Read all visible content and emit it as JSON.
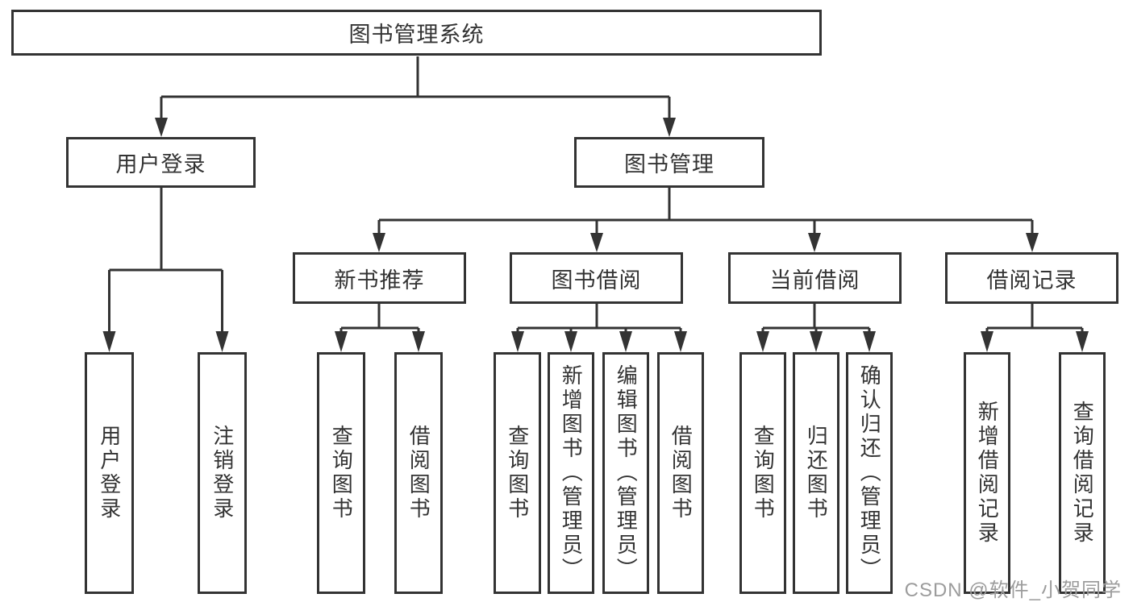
{
  "diagram": {
    "root": {
      "label": "图书管理系统"
    },
    "user_login": {
      "label": "用户登录",
      "children": [
        "用户登录",
        "注销登录"
      ]
    },
    "book_mgmt": {
      "label": "图书管理",
      "sections": [
        {
          "label": "新书推荐",
          "children": [
            "查询图书",
            "借阅图书"
          ]
        },
        {
          "label": "图书借阅",
          "children": [
            "查询图书",
            "新增图书（管理员）",
            "编辑图书（管理员）",
            "借阅图书"
          ]
        },
        {
          "label": "当前借阅",
          "children": [
            "查询图书",
            "归还图书",
            "确认归还（管理员）"
          ]
        },
        {
          "label": "借阅记录",
          "children": [
            "新增借阅记录",
            "查询借阅记录"
          ]
        }
      ]
    }
  },
  "watermark": "CSDN @软件_小贺同学",
  "colors": {
    "line": "#333333",
    "box_border": "#333333",
    "box_fill": "#ffffff",
    "text": "#333333",
    "background": "#ffffff",
    "watermark": "#9c9c9c"
  }
}
